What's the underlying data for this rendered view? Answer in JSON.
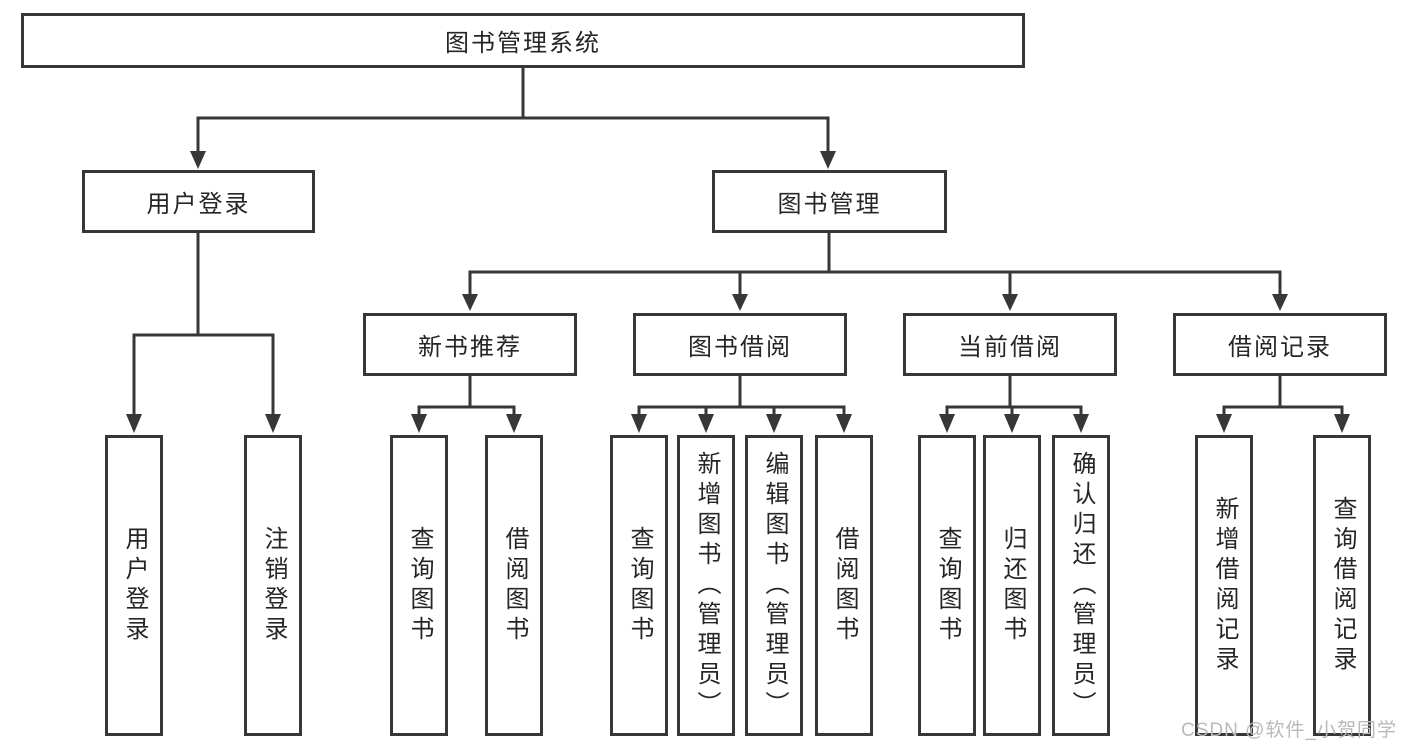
{
  "tree": {
    "label": "图书管理系统",
    "children": [
      {
        "label": "用户登录",
        "children": [
          {
            "label": "用户登录"
          },
          {
            "label": "注销登录"
          }
        ]
      },
      {
        "label": "图书管理",
        "children": [
          {
            "label": "新书推荐",
            "children": [
              {
                "label": "查询图书"
              },
              {
                "label": "借阅图书"
              }
            ]
          },
          {
            "label": "图书借阅",
            "children": [
              {
                "label": "查询图书"
              },
              {
                "label": "新增图书（管理员）"
              },
              {
                "label": "编辑图书（管理员）"
              },
              {
                "label": "借阅图书"
              }
            ]
          },
          {
            "label": "当前借阅",
            "children": [
              {
                "label": "查询图书"
              },
              {
                "label": "归还图书"
              },
              {
                "label": "确认归还（管理员）"
              }
            ]
          },
          {
            "label": "借阅记录",
            "children": [
              {
                "label": "新增借阅记录"
              },
              {
                "label": "查询借阅记录"
              }
            ]
          }
        ]
      }
    ]
  },
  "watermark": {
    "text": "CSDN @软件_小贺同学"
  },
  "colors": {
    "line": "#373737",
    "box_border": "#373737",
    "text": "#262626",
    "watermark": "#b6babd",
    "background": "#ffffff"
  }
}
